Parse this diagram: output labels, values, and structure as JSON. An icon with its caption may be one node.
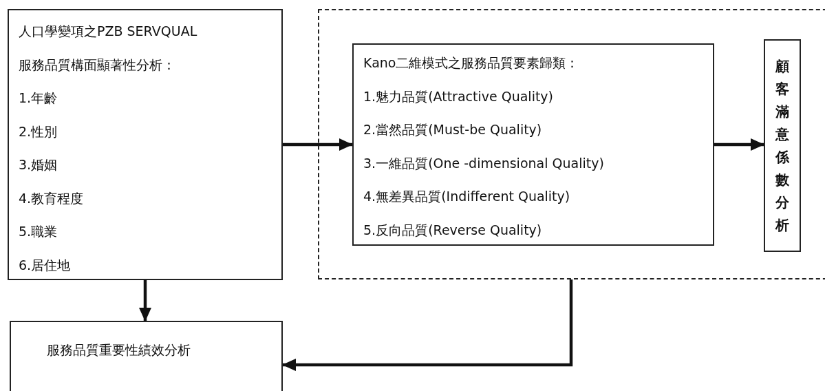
{
  "diagram": {
    "nodes": [
      {
        "text": [
          "人口學變項之PZB SERVQUAL",
          "服務品質構面顯著性分析：",
          "1.年齡",
          "2.性別",
          "3.婚姻",
          "4.教育程度",
          "5.職業",
          "6.居住地"
        ]
      },
      {
        "text": [],
        "shape": "box"
      },
      {
        "text": [
          "Kano二維模式之服務品質要素歸類：",
          "1.魅力品質(Attractive Quality)",
          "2.當然品質(Must-be Quality)",
          "3.一維品質(One -dimensional Quality)",
          "4.無差異品質(Indifferent Quality)",
          "5.反向品質(Reverse Quality)"
        ],
        "in": 1
      },
      {
        "text": [
          "顧客滿意係數分析"
        ],
        "in": 1
      },
      {
        "text": [
          "服務品質重要性績效分析"
        ]
      }
    ],
    "edges": [
      {
        "from": 0,
        "to": 2,
        "arrow": "to"
      },
      {
        "from": 2,
        "to": 3,
        "arrow": "to"
      },
      {
        "from": 0,
        "to": 4,
        "arrow": "to"
      },
      {
        "from": 1,
        "to": 4,
        "arrow": "to"
      }
    ]
  }
}
